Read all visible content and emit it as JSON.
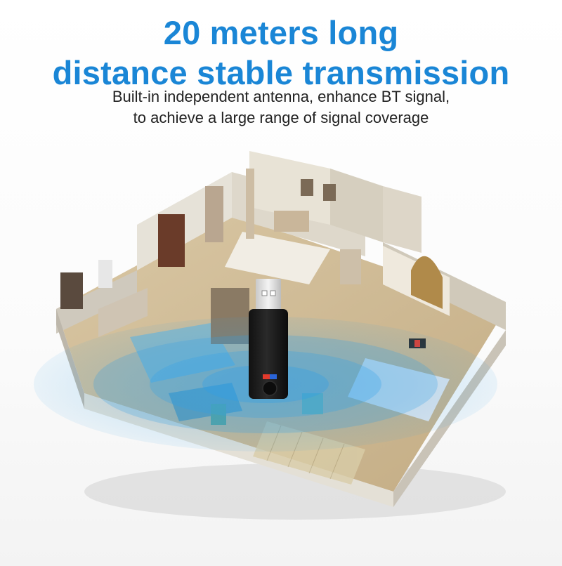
{
  "headline": {
    "line1": "20 meters long",
    "line2": "distance stable transmission"
  },
  "subheadline": {
    "line1": "Built-in independent antenna, enhance BT signal,",
    "line2": "to achieve a large range of signal coverage"
  },
  "colors": {
    "headline": "#1a86d6",
    "subheadline": "#222222",
    "signal_wave": "#2fa0e8",
    "dongle_body": "#1c1c1c",
    "dongle_led_red": "#e23a2c",
    "dongle_led_blue": "#2a64d8"
  }
}
